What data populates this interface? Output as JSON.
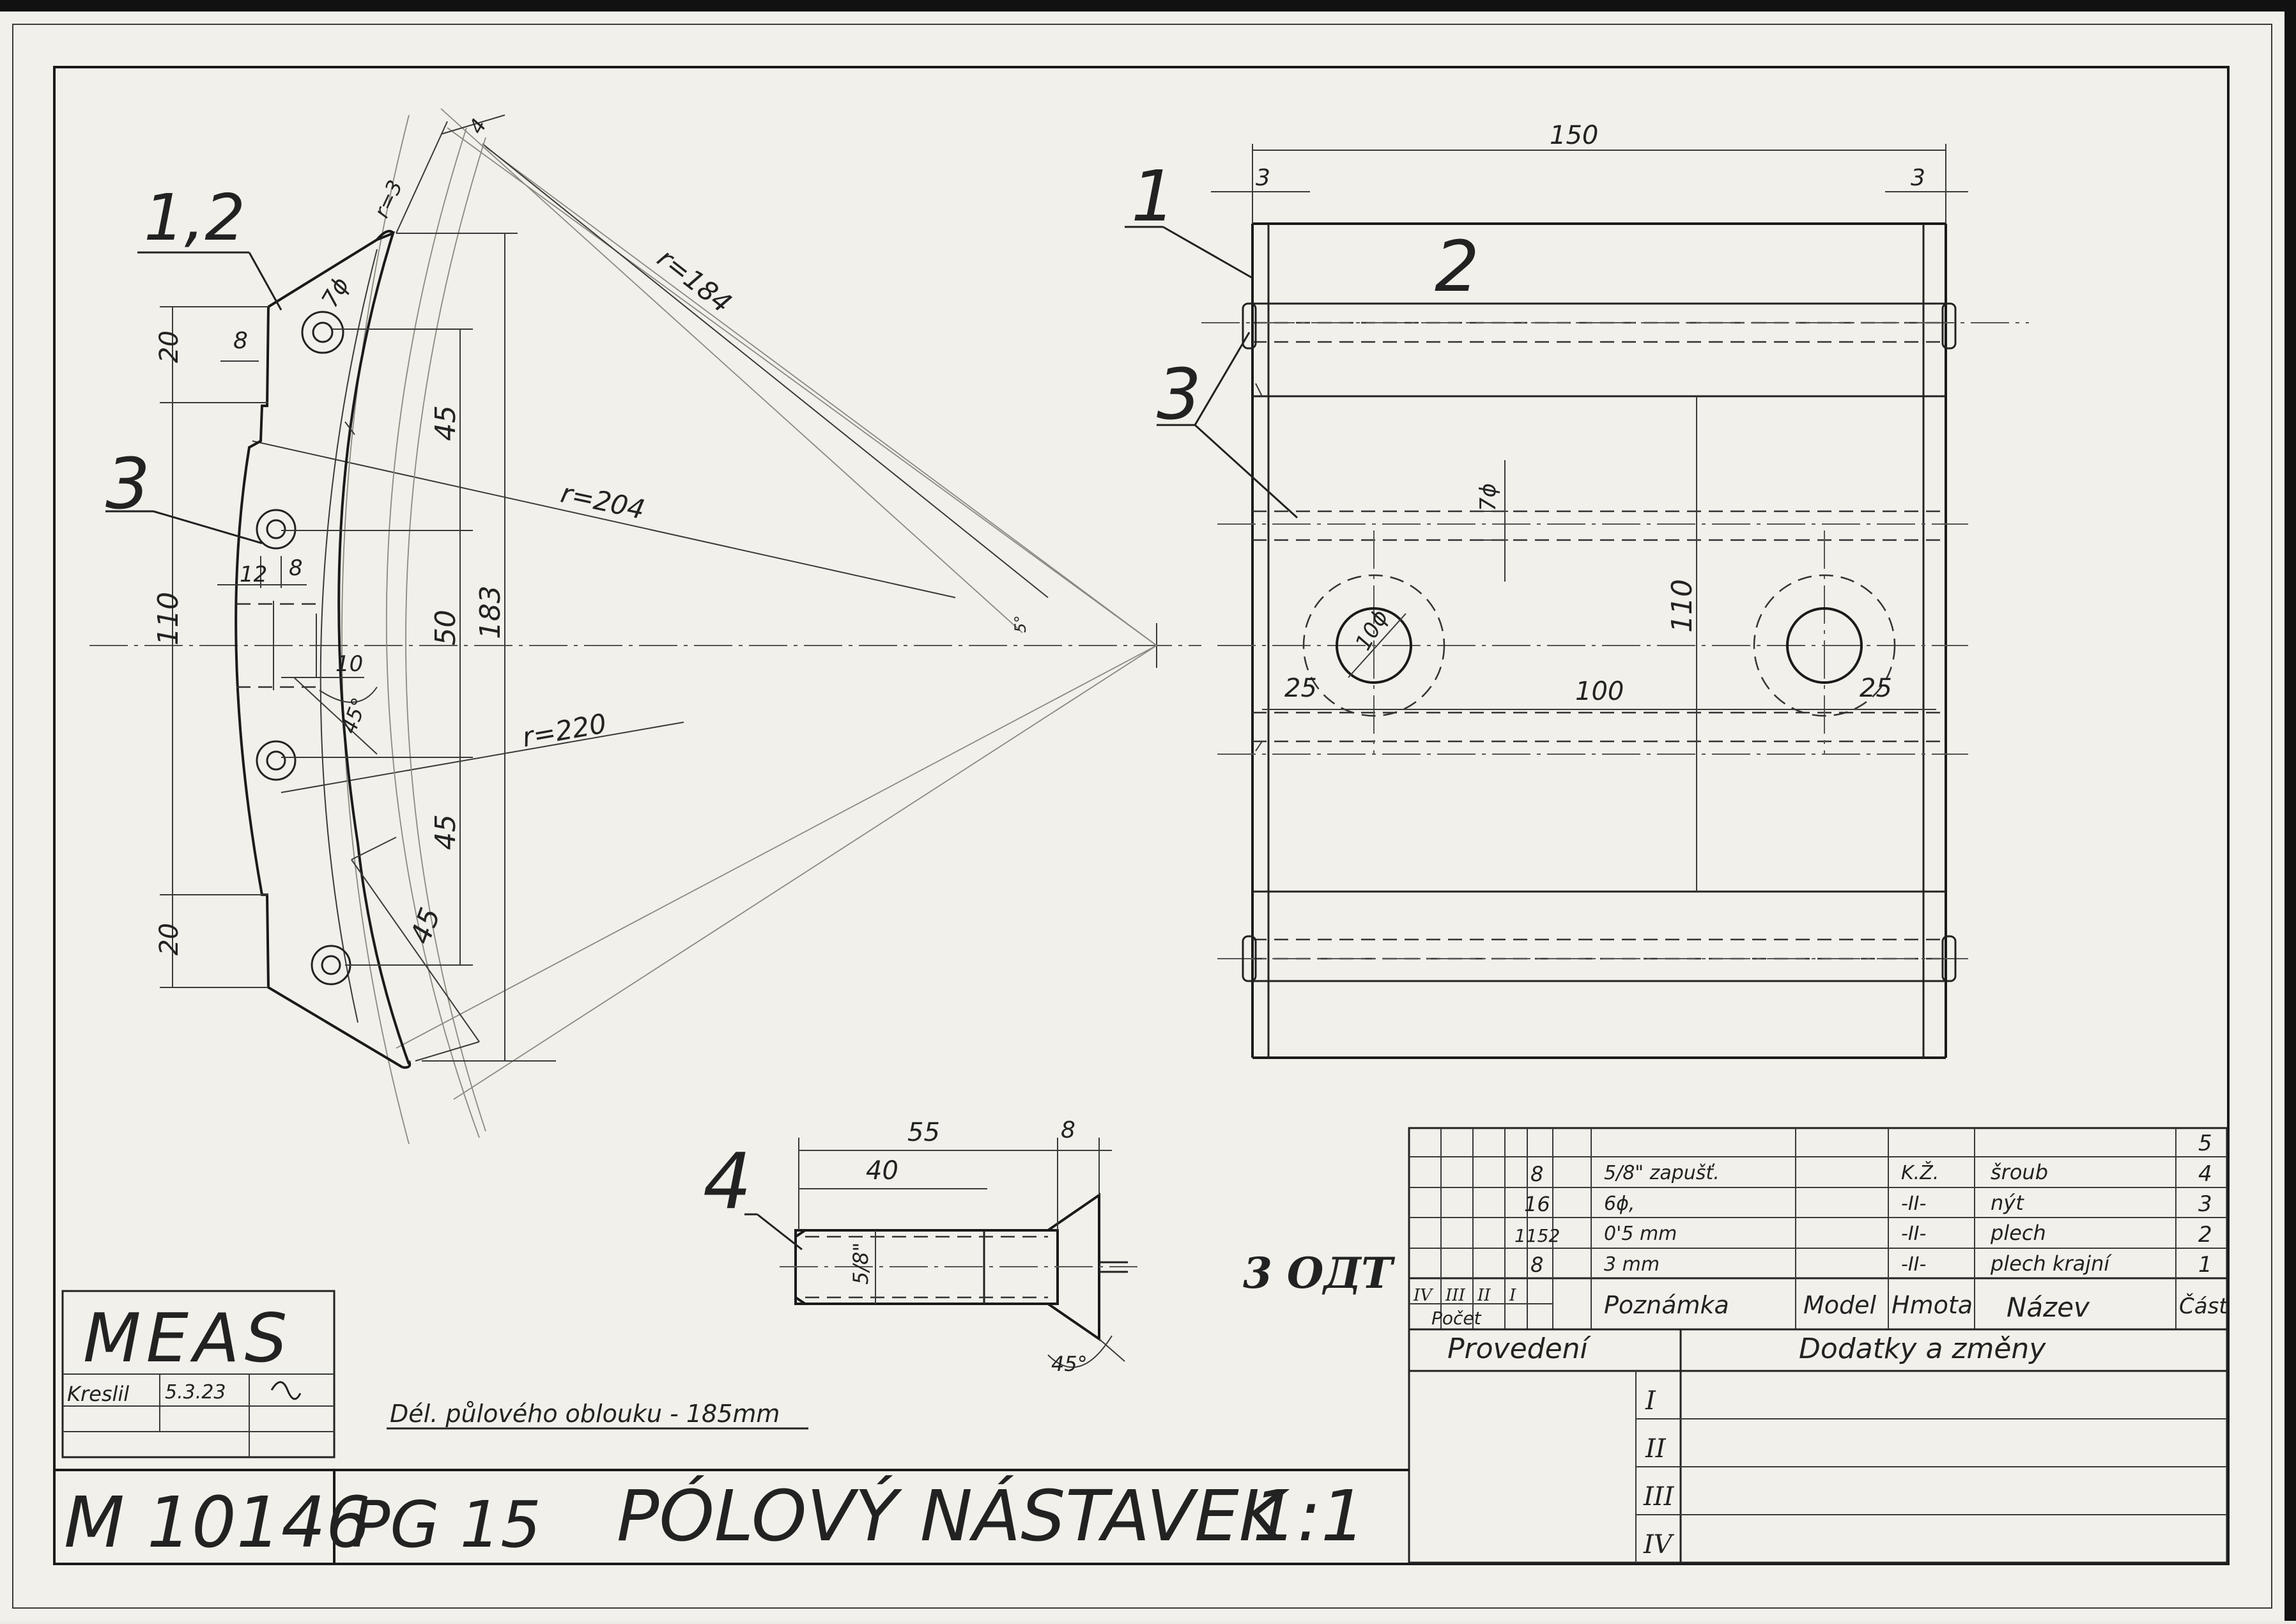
{
  "title_block": {
    "company": "MEAS",
    "drawn_label": "Kreslil",
    "drawn_date": "5.3.23",
    "drawing_number": "M 10146",
    "type_code": "PG 15",
    "part_title": "PÓLOVÝ NÁSTAVEK",
    "scale": "1:1",
    "note": "Dél. půlového oblouku - 185mm",
    "stamp": "3 ОДТ"
  },
  "parts_list": {
    "header": {
      "count_label": "Počet",
      "count_cols": [
        "IV",
        "III",
        "II",
        "I"
      ],
      "note": "Poznámka",
      "model": "Model",
      "material": "Hmota",
      "name": "Název",
      "part": "Část"
    },
    "rows": [
      {
        "part": "5",
        "count": "",
        "note": "",
        "material": "",
        "name": ""
      },
      {
        "part": "4",
        "count": "8",
        "note": "5/8\" zapušť.",
        "material": "K.Ž.",
        "name": "šroub"
      },
      {
        "part": "3",
        "count": "16",
        "note": "6ϕ,",
        "material": "-II-",
        "name": "nýt"
      },
      {
        "part": "2",
        "count": "1152",
        "note": "0'5 mm",
        "material": "-II-",
        "name": "plech"
      },
      {
        "part": "1",
        "count": "8",
        "note": "3 mm",
        "material": "-II-",
        "name": "plech krajní"
      }
    ]
  },
  "revisions": {
    "execution_label": "Provedení",
    "changes_label": "Dodatky a změny",
    "rows": [
      "I",
      "II",
      "III",
      "IV"
    ]
  },
  "left_view": {
    "callouts": [
      "1,2",
      "3"
    ],
    "dims": {
      "d20a": "20",
      "d8": "8",
      "d45a": "45",
      "d110": "110",
      "d50": "50",
      "d183": "183",
      "d12": "12",
      "d8b": "8",
      "d10": "10",
      "d45deg": "45°",
      "d45b": "45",
      "d45c": "45",
      "d20b": "20",
      "d7": "7ϕ",
      "r3": "r=3",
      "d4": "4",
      "d5": "5°"
    },
    "radii": [
      "r=184",
      "r=204",
      "r=220"
    ]
  },
  "right_view": {
    "callouts": [
      "1",
      "2",
      "3"
    ],
    "dims": {
      "w150": "150",
      "e3a": "3",
      "e3b": "3",
      "d7": "7ϕ",
      "d10": "10ϕ",
      "d110": "110",
      "d25a": "25",
      "d100": "100",
      "d25b": "25"
    }
  },
  "screw_view": {
    "callout": "4",
    "dims": {
      "d55": "55",
      "d40": "40",
      "d8": "8",
      "thread": "5/8\"",
      "angle": "45°"
    }
  }
}
